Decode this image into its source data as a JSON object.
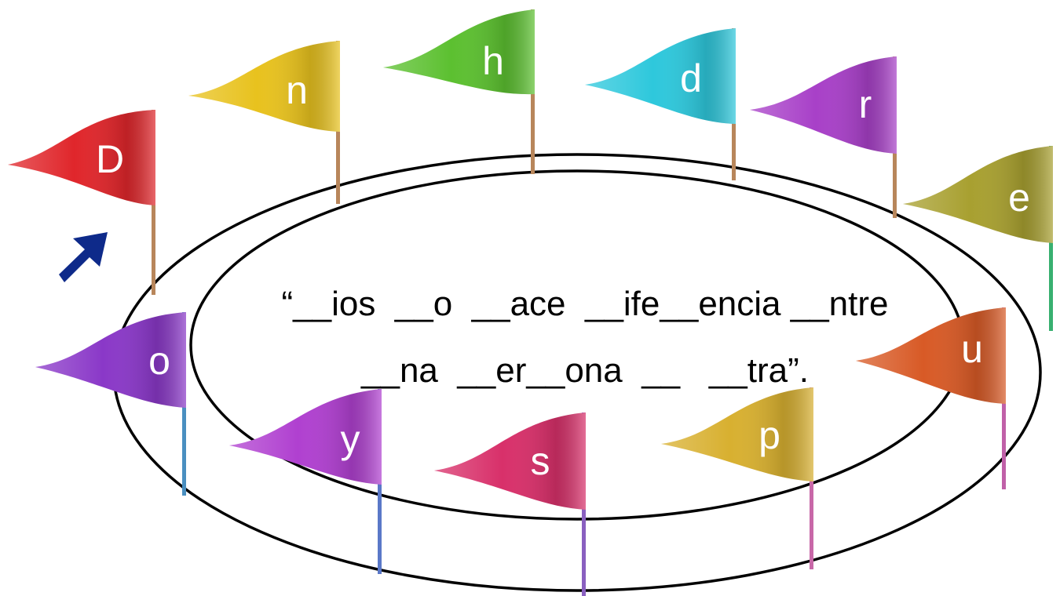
{
  "puzzle": {
    "line1": "“__ios  __o  __ace  __ife__encia __ntre",
    "line2": "__na  __er__ona  __   __tra”."
  },
  "flags": [
    {
      "letter": "D",
      "cloth": "#e0262b",
      "pole": "#b8865b"
    },
    {
      "letter": "n",
      "cloth": "#e8c21e",
      "pole": "#b8865b"
    },
    {
      "letter": "h",
      "cloth": "#5cc030",
      "pole": "#b8865b"
    },
    {
      "letter": "d",
      "cloth": "#2ec8dc",
      "pole": "#b8865b"
    },
    {
      "letter": "r",
      "cloth": "#a840c8",
      "pole": "#b8865b"
    },
    {
      "letter": "e",
      "cloth": "#a8a030",
      "pole": "#38b070"
    },
    {
      "letter": "o",
      "cloth": "#8a38c8",
      "pole": "#4a8fc0"
    },
    {
      "letter": "u",
      "cloth": "#d85a26",
      "pole": "#c060a8"
    },
    {
      "letter": "y",
      "cloth": "#b040d0",
      "pole": "#5a78c8"
    },
    {
      "letter": "s",
      "cloth": "#d8306a",
      "pole": "#8a60c0"
    },
    {
      "letter": "p",
      "cloth": "#d8b030",
      "pole": "#c868a8"
    }
  ],
  "colors": {
    "arrow": "#0e2a8a",
    "ellipse": "#000000"
  },
  "icons": {
    "arrow": "arrow-up-right-icon"
  }
}
